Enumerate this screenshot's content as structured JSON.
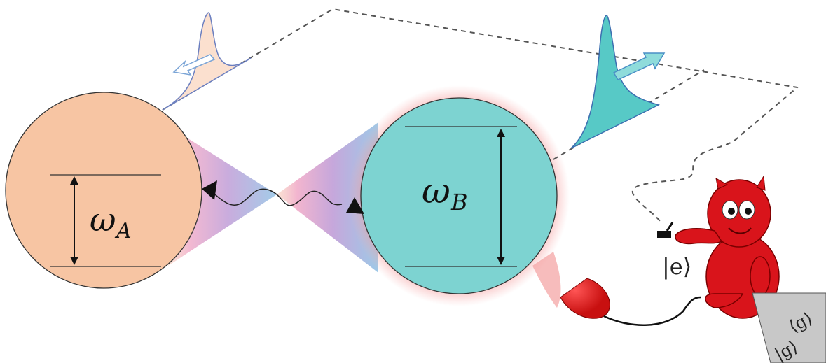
{
  "labels": {
    "omega_a": "ω",
    "omega_a_sub": "A",
    "omega_b": "ω",
    "omega_b_sub": "B",
    "ket_e": "|e⟩",
    "ket_g1": "|g⟩",
    "ket_g2": "⟨g⟩"
  },
  "colors": {
    "atom_a_fill": "#f7c5a3",
    "atom_b_fill": "#7dd3d1",
    "atom_b_glow": "#f28b8b",
    "pulse_a": "#fbe0cf",
    "pulse_b": "#57c9c6",
    "beam_pink": "#ee9ec0",
    "beam_violet": "#9b7fc4",
    "demon": "#d9141b",
    "bin": "#c8c8c8"
  },
  "icons": {
    "demon": "red-demon-figure",
    "detector": "red-detector-dish",
    "bin": "grey-ground-state-bin"
  }
}
